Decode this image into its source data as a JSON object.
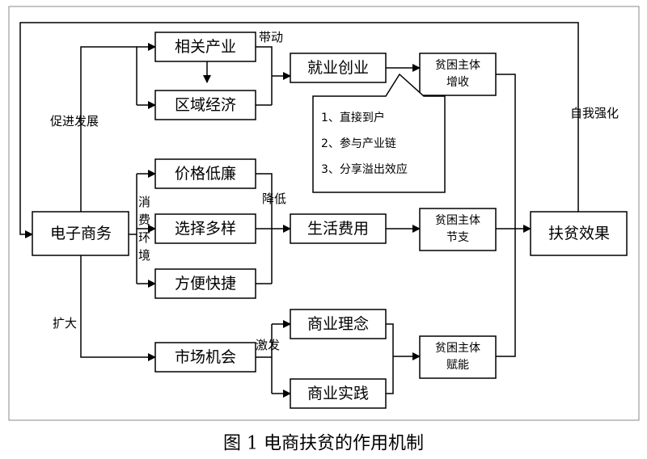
{
  "boxes": {
    "ecommerce": "电子商务",
    "related_industry": "相关产业",
    "regional_economy": "区域经济",
    "employment": "就业创业",
    "income": [
      "贫困主体",
      "增收"
    ],
    "price": "价格低廉",
    "choice": "选择多样",
    "convenience": "方便快捷",
    "living_cost": "生活费用",
    "saving": [
      "贫困主体",
      "节支"
    ],
    "market": "市场机会",
    "biz_idea": "商业理念",
    "biz_practice": "商业实践",
    "empower": [
      "贫困主体",
      "赋能"
    ],
    "effect": "扶贫效果"
  },
  "callout": [
    "1、直接到户",
    "2、参与产业链",
    "3、分享溢出效应"
  ],
  "labels": {
    "promote": "促进发展",
    "drive": "带动",
    "reduce": "降低",
    "consumption_env": [
      "消",
      "费",
      "环",
      "境"
    ],
    "expand": "扩大",
    "stimulate": "激发",
    "self_reinforce": "自我强化"
  },
  "caption": "图 1  电商扶贫的作用机制"
}
